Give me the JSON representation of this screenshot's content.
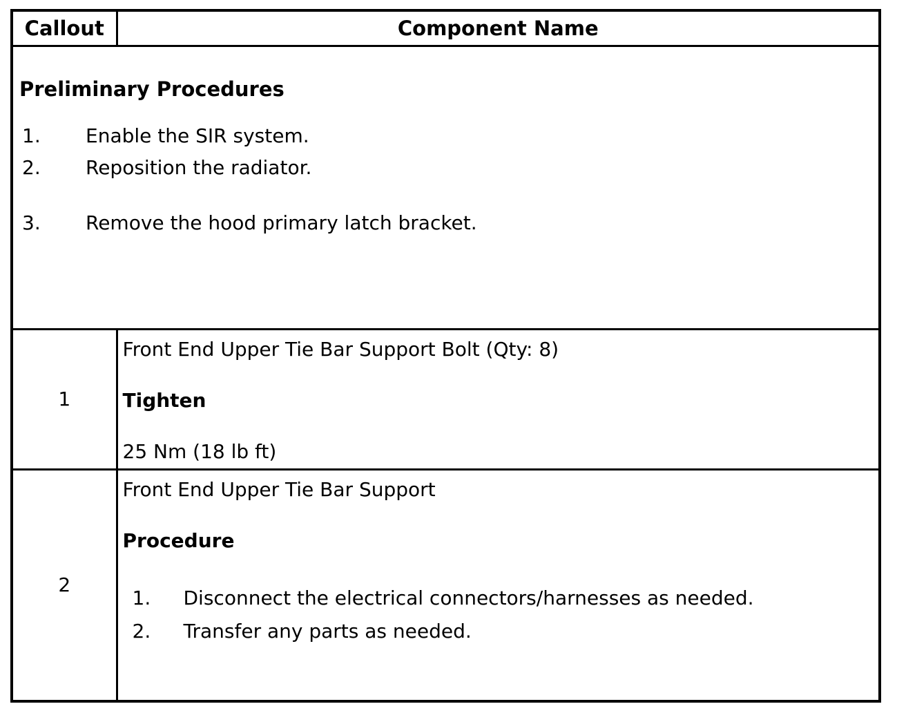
{
  "colors": {
    "background": "#ffffff",
    "border": "#000000",
    "text": "#000000"
  },
  "table": {
    "header": {
      "callout": "Callout",
      "component_name": "Component Name"
    },
    "preliminary": {
      "title": "Preliminary Procedures",
      "steps": [
        {
          "num": "1.",
          "text": "Enable the SIR system."
        },
        {
          "num": "2.",
          "text": "Reposition the radiator."
        },
        {
          "num": "3.",
          "text": "Remove the hood primary latch bracket."
        }
      ]
    },
    "rows": [
      {
        "callout": "1",
        "name": "Front End Upper Tie Bar Support Bolt (Qty: 8)",
        "action_label": "Tighten",
        "spec": "25 Nm (18 lb ft)"
      },
      {
        "callout": "2",
        "name": "Front End Upper Tie Bar Support",
        "action_label": "Procedure",
        "steps": [
          {
            "num": "1.",
            "text": "Disconnect the electrical connectors/harnesses as needed."
          },
          {
            "num": "2.",
            "text": "Transfer any parts as needed."
          }
        ]
      }
    ]
  }
}
